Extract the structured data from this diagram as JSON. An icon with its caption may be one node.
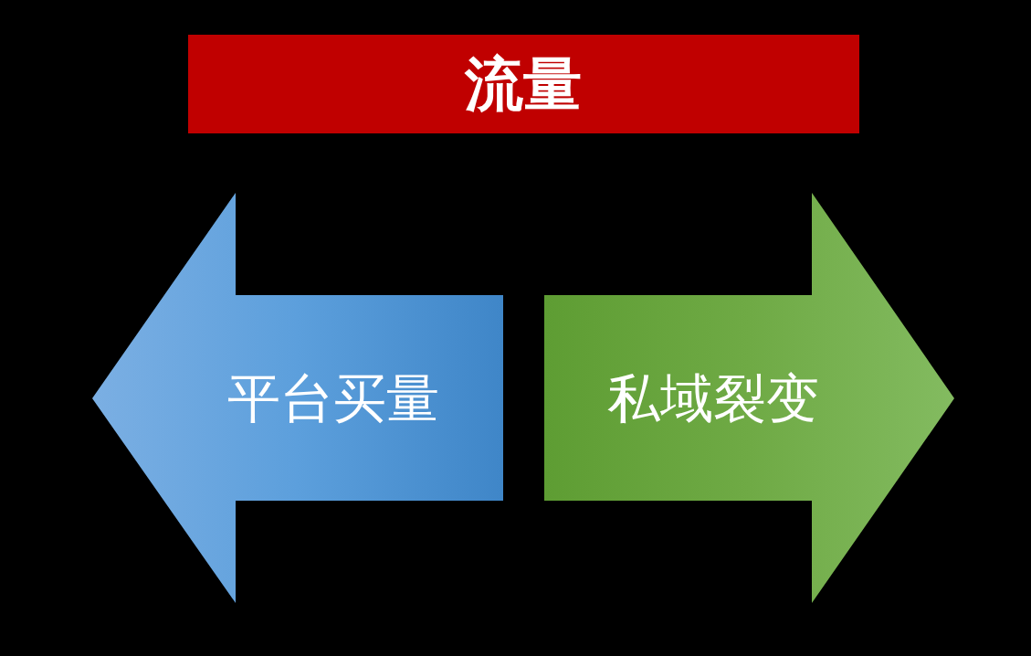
{
  "diagram": {
    "nodes": [
      {
        "text": [
          "流量"
        ]
      },
      {
        "text": [
          "平台买量"
        ]
      },
      {
        "text": [
          "私域裂变"
        ]
      }
    ]
  }
}
